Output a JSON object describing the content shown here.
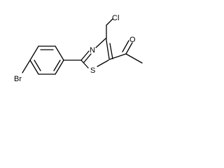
{
  "molecule": {
    "atoms": {
      "n_ring": "N",
      "s_ring": "S",
      "o_carbonyl": "O",
      "cl": "Cl",
      "br": "Br"
    },
    "colors": {
      "bond": "#000000",
      "label": "#000000",
      "background": "#ffffff"
    }
  }
}
